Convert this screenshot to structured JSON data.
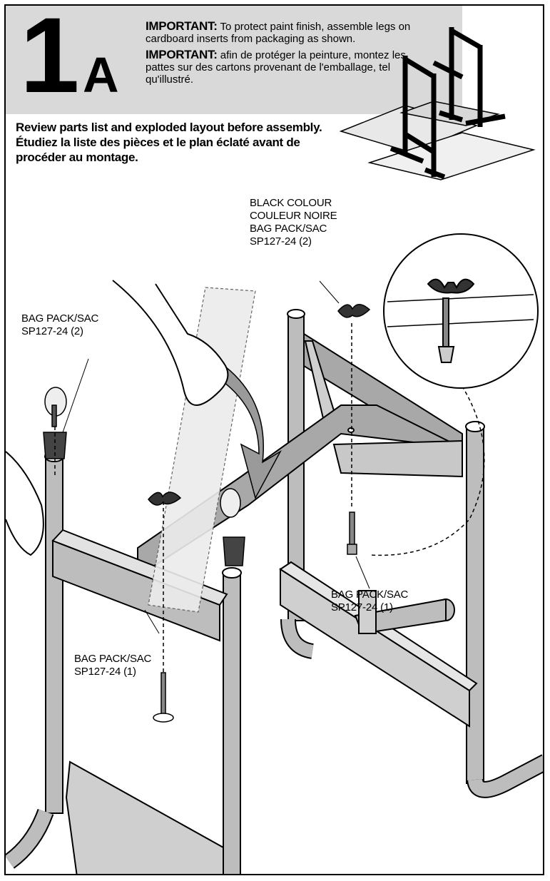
{
  "step": {
    "number": "1",
    "letter": "A"
  },
  "important_en": {
    "label": "IMPORTANT:",
    "text": " To protect paint finish, assemble legs on cardboard inserts from packaging as shown."
  },
  "important_fr": {
    "label": "IMPORTANT:",
    "text": " afin de protéger la peinture, montez les pattes sur des cartons provenant de l'emballage, tel qu'illustré."
  },
  "intro": {
    "en": "Review parts list and exploded layout before assembly.",
    "fr": "Étudiez la liste des pièces et le plan éclaté avant de procéder au montage."
  },
  "callouts": {
    "wing_nut_black": "BLACK COLOUR\nCOULEUR NOIRE\nBAG PACK/SAC\nSP127-24 (2)",
    "caster": "BAG PACK/SAC\nSP127-24 (2)",
    "bolt_right": "BAG PACK/SAC\nSP127-24 (1)",
    "bolt_left": "BAG PACK/SAC\nSP127-24 (1)"
  }
}
